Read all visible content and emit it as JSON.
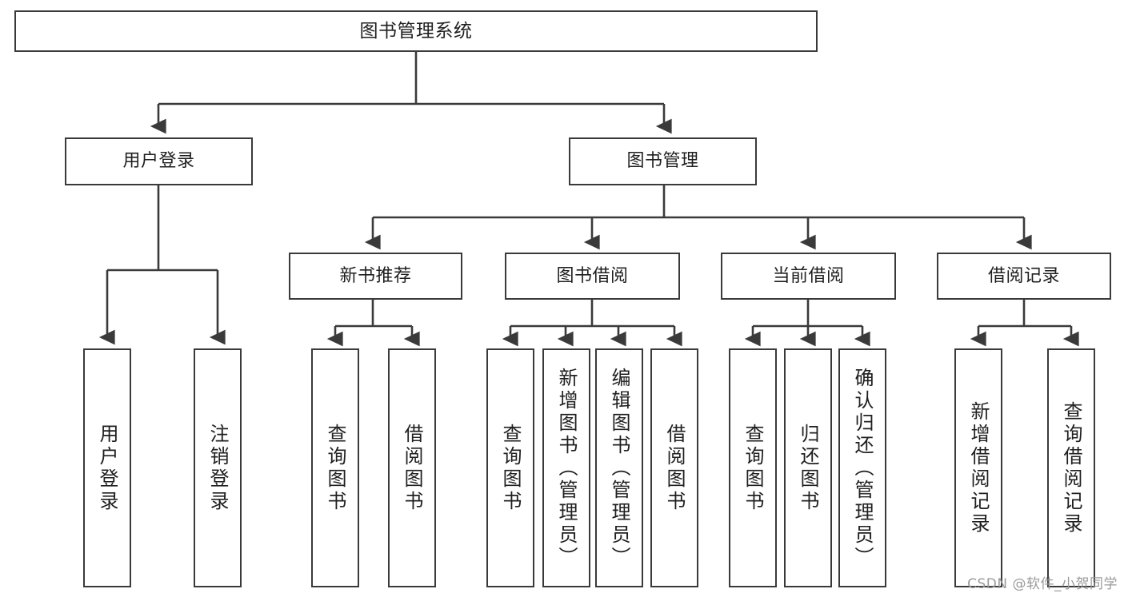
{
  "diagram": {
    "title": "图书管理系统",
    "type": "tree-hierarchy-diagram",
    "stroke_color": "#3a3a3a",
    "background_color": "#ffffff",
    "text_color": "#1f1f1f"
  },
  "nodes": {
    "root": {
      "label": "图书管理系统"
    },
    "level2": [
      {
        "label": "用户登录"
      },
      {
        "label": "图书管理"
      }
    ],
    "level3": [
      {
        "label": "新书推荐"
      },
      {
        "label": "图书借阅"
      },
      {
        "label": "当前借阅"
      },
      {
        "label": "借阅记录"
      }
    ],
    "leaves": {
      "user_login": [
        {
          "label": "用户登录"
        },
        {
          "label": "注销登录"
        }
      ],
      "new_book_recommend": [
        {
          "label": "查询图书"
        },
        {
          "label": "借阅图书"
        }
      ],
      "book_borrow": [
        {
          "label": "查询图书"
        },
        {
          "label": "新增图书（管理员）"
        },
        {
          "label": "编辑图书（管理员）"
        },
        {
          "label": "借阅图书"
        }
      ],
      "current_borrow": [
        {
          "label": "查询图书"
        },
        {
          "label": "归还图书"
        },
        {
          "label": "确认归还（管理员）"
        }
      ],
      "borrow_record": [
        {
          "label": "新增借阅记录"
        },
        {
          "label": "查询借阅记录"
        }
      ]
    }
  },
  "watermark": {
    "text": "CSDN @软件_小贺同学"
  }
}
